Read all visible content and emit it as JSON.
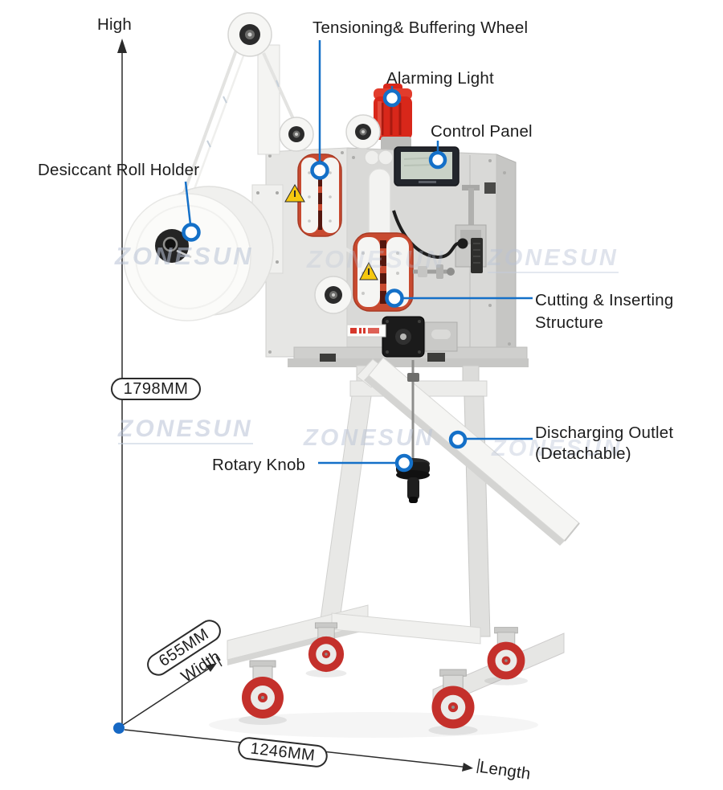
{
  "labels": {
    "tensioning": "Tensioning& Buffering Wheel",
    "alarming": "Alarming Light",
    "control_panel": "Control Panel",
    "desiccant": "Desiccant Roll Holder",
    "cutting_1": "Cutting & Inserting",
    "cutting_2": "Structure",
    "discharging_1": "Discharging Outlet",
    "discharging_2": "(Detachable)",
    "rotary": "Rotary Knob"
  },
  "dimensions": {
    "high_axis": "High",
    "height_mm": "1798MM",
    "width_mm": "655MM",
    "width_axis": "Width",
    "length_mm": "1246MM",
    "length_axis": "Length"
  },
  "watermark": {
    "text": "ZONESUN"
  },
  "colors": {
    "leader_blue": "#1470c8",
    "alarm_red": "#d8271a",
    "caster_red": "#c4302b",
    "warning_yellow": "#f6c80e",
    "watermark_blue": "#b9c3d6",
    "dimension_black": "#2b2b2b"
  }
}
